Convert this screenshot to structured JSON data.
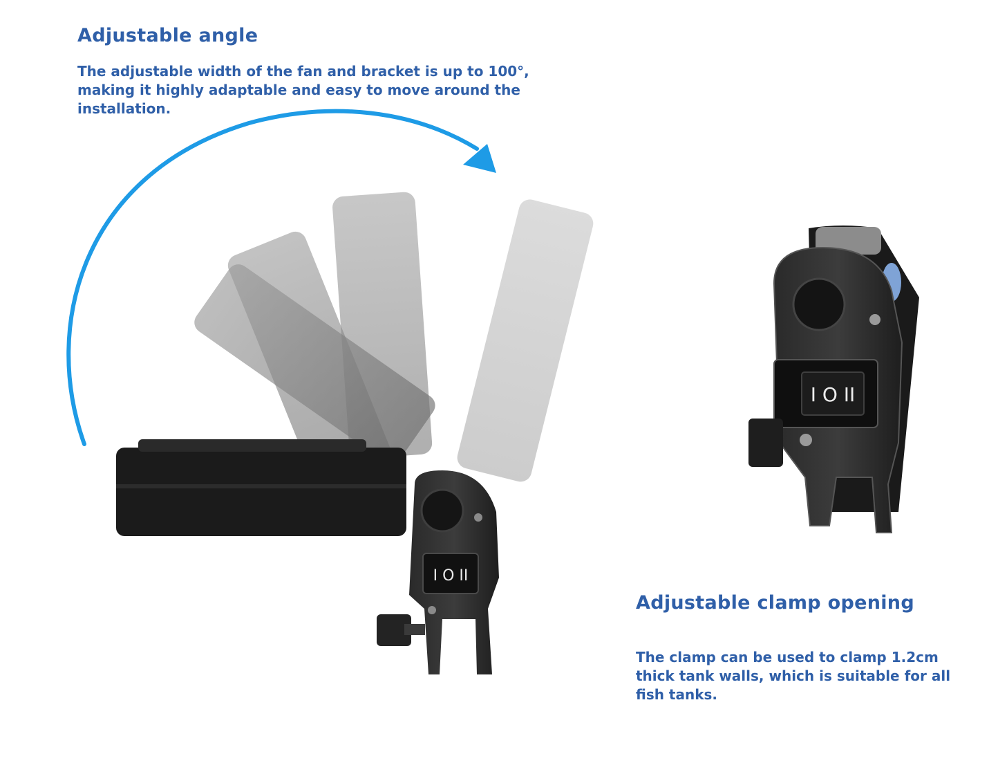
{
  "theme": {
    "text_color": "#2f5fa8",
    "arrow_color": "#1e9be6"
  },
  "angle_section": {
    "title": "Adjustable angle",
    "description": "The adjustable width of the fan and bracket is up to 100°, making it highly adaptable and easy to move around the installation."
  },
  "clamp_section": {
    "title": "Adjustable clamp opening",
    "description": "The clamp can be used to clamp 1.2cm thick tank walls, which is suitable for all fish tanks."
  },
  "icons": [
    "rotation-arrow-icon",
    "cooling-fan-product",
    "clamp-closeup-product",
    "rocker-switch-icon"
  ],
  "switch_labels": {
    "off": "O",
    "low": "I",
    "high": "II"
  }
}
